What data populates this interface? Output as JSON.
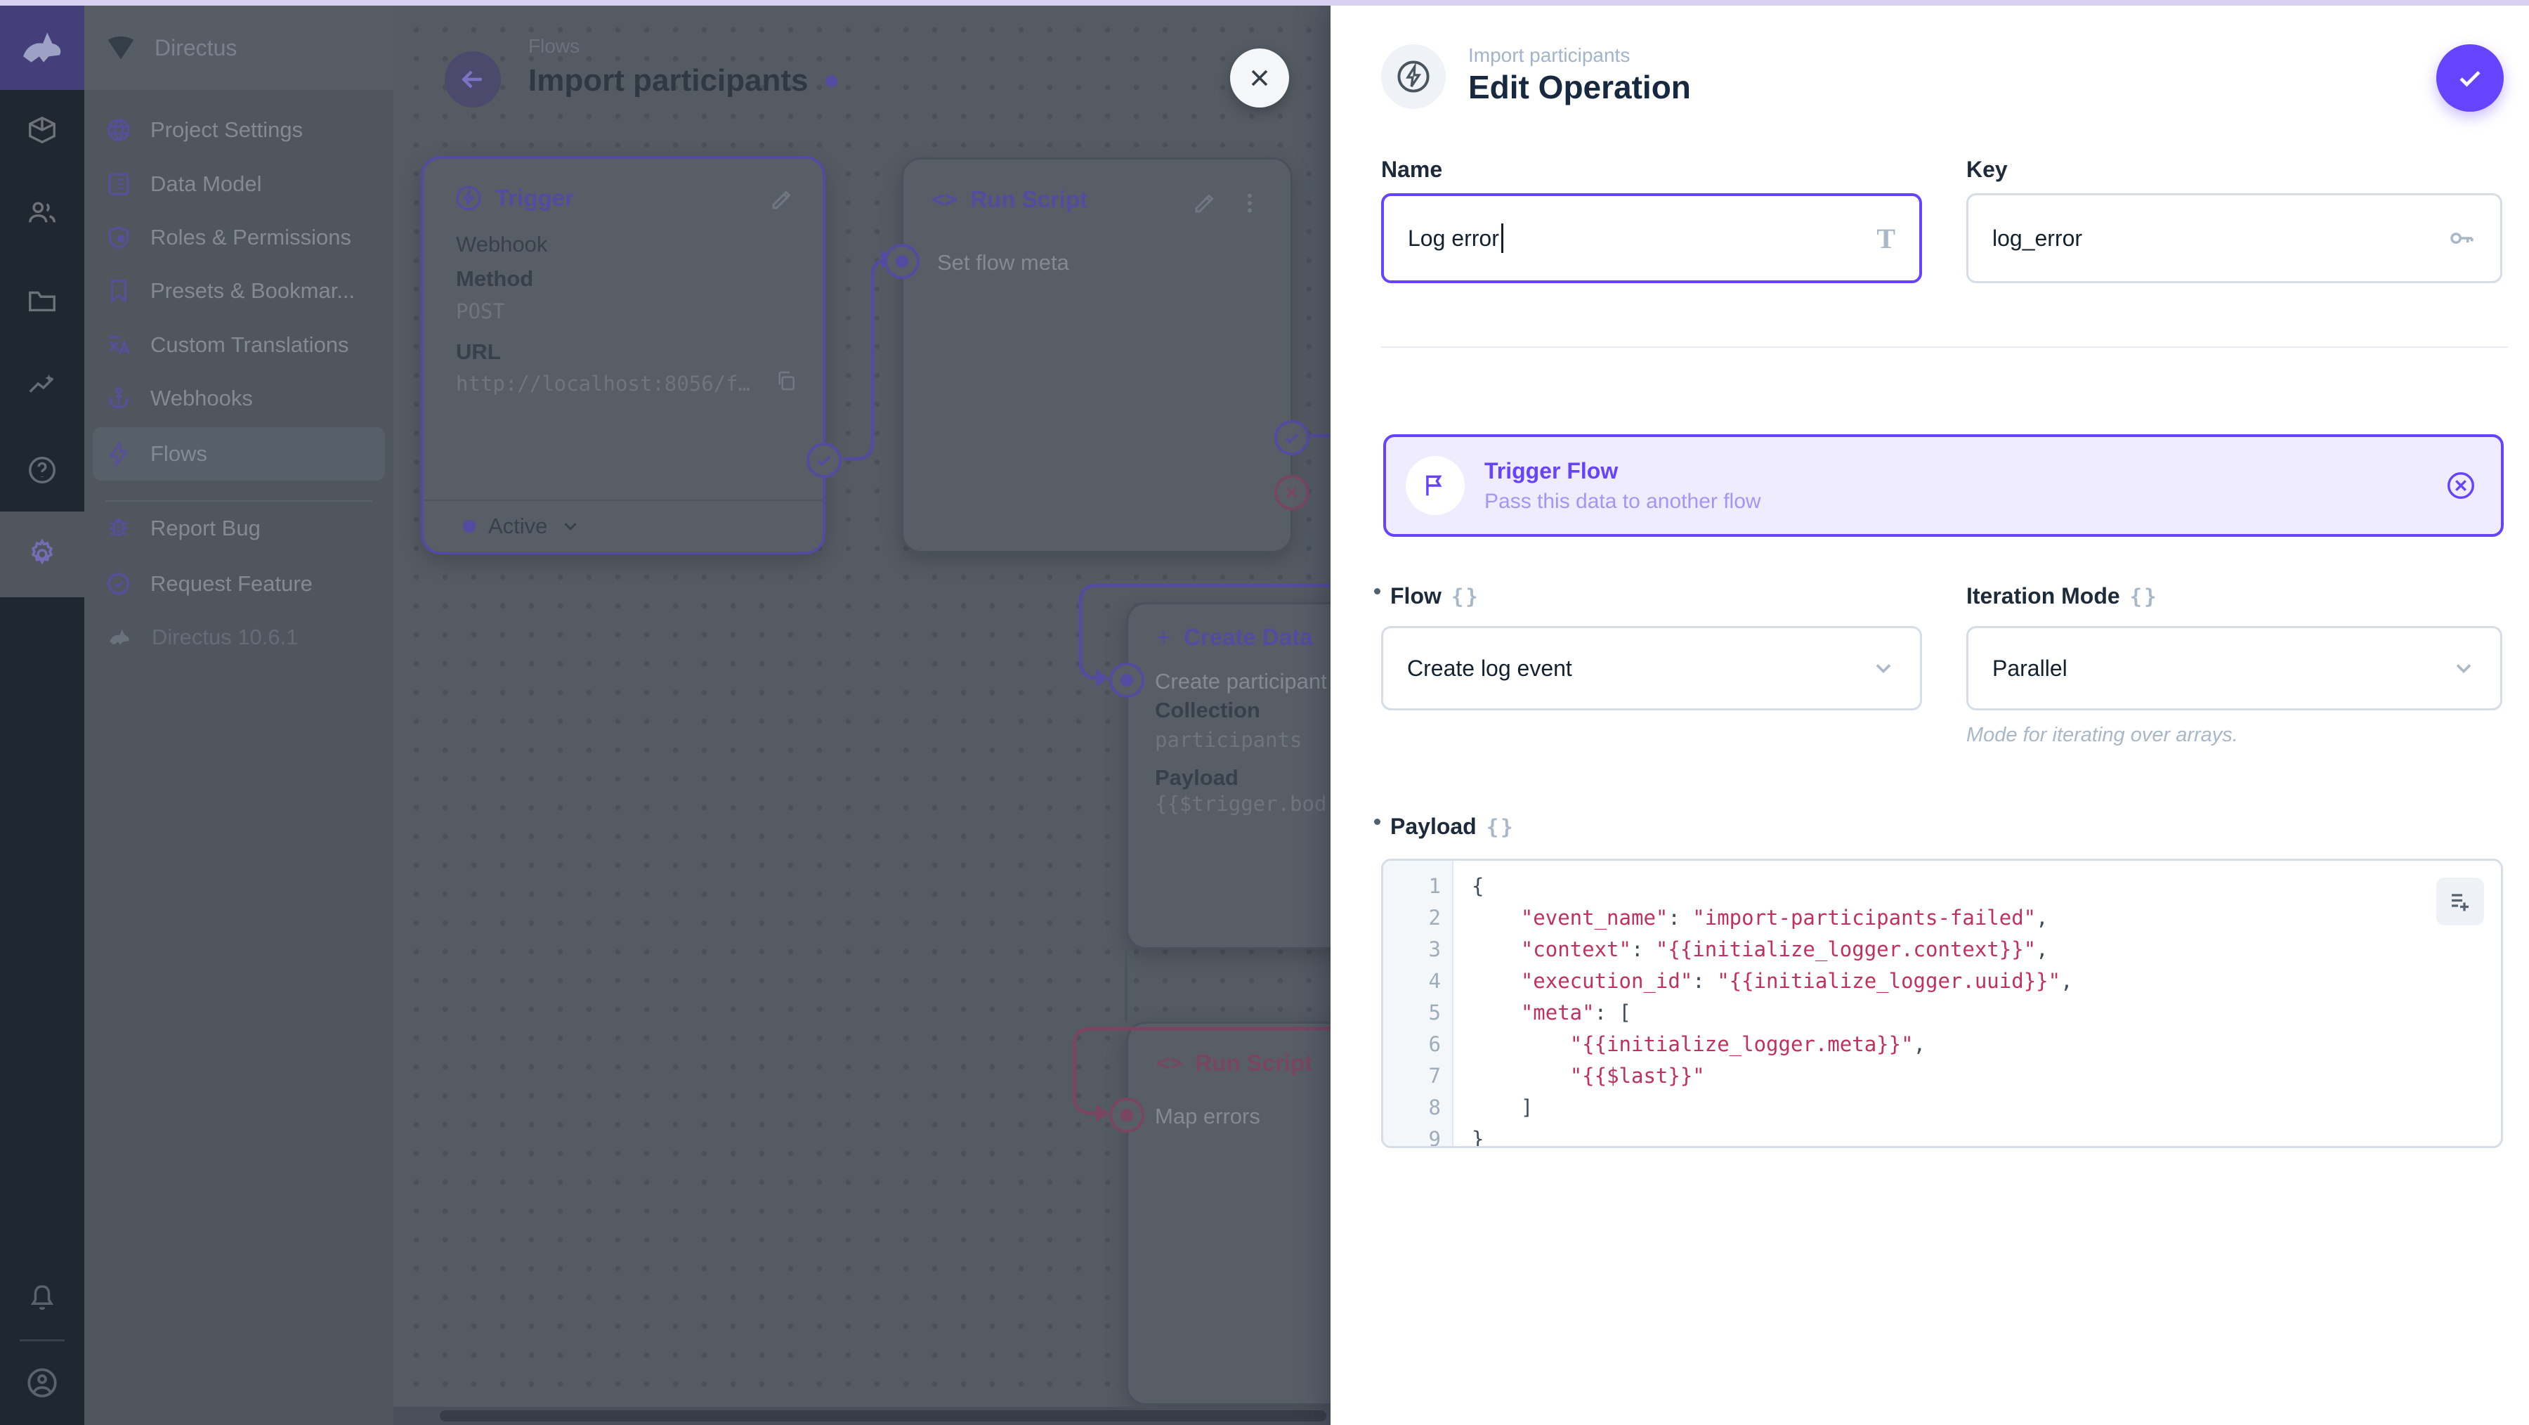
{
  "colors": {
    "accent": "#6644FF",
    "code_string_red": "#C2315B",
    "maroon_reject": "#7A4560",
    "dim_purple": "#524CA0",
    "top_strip": "#D8D1EF"
  },
  "module_bar": {
    "icons": [
      "directus-rabbit-logo-icon",
      "content-module-icon",
      "users-module-icon",
      "files-module-icon",
      "insights-module-icon",
      "help-module-icon",
      "settings-module-icon",
      "notifications-bell-icon",
      "avatar-icon"
    ]
  },
  "sidebar": {
    "project_name": "Directus",
    "items": [
      {
        "label": "Project Settings",
        "icon": "globe-icon"
      },
      {
        "label": "Data Model",
        "icon": "data-model-icon"
      },
      {
        "label": "Roles & Permissions",
        "icon": "shield-account-icon"
      },
      {
        "label": "Presets & Bookmar...",
        "icon": "bookmark-icon"
      },
      {
        "label": "Custom Translations",
        "icon": "translate-icon"
      },
      {
        "label": "Webhooks",
        "icon": "anchor-icon"
      },
      {
        "label": "Flows",
        "icon": "bolt-icon"
      },
      {
        "label": "Report Bug",
        "icon": "bug-icon"
      },
      {
        "label": "Request Feature",
        "icon": "seal-check-icon"
      }
    ],
    "version": "Directus 10.6.1"
  },
  "canvas": {
    "breadcrumb": "Flows",
    "title": "Import participants",
    "trigger_panel": {
      "title": "Trigger",
      "type": "Webhook",
      "method_label": "Method",
      "method": "POST",
      "url_label": "URL",
      "url": "http://localhost:8056/f…",
      "status": "Active"
    },
    "run_script_panel": {
      "title": "Run Script",
      "code_glyph": "<>",
      "name": "Set flow meta"
    },
    "create_data_panel": {
      "title": "Create Data",
      "plus_glyph": "+",
      "name": "Create participant",
      "collection_label": "Collection",
      "collection": "participants",
      "payload_label": "Payload",
      "payload": "{{$trigger.bod"
    },
    "map_errors_panel": {
      "title": "Run Script",
      "code_glyph": "<>",
      "name": "Map errors"
    }
  },
  "drawer": {
    "breadcrumb": "Import participants",
    "title": "Edit Operation",
    "name_field": {
      "label": "Name",
      "value": "Log error"
    },
    "key_field": {
      "label": "Key",
      "value": "log_error"
    },
    "banner": {
      "title": "Trigger Flow",
      "subtitle": "Pass this data to another flow"
    },
    "flow_field": {
      "label": "Flow",
      "braces": "{}",
      "value": "Create log event"
    },
    "iteration_field": {
      "label": "Iteration Mode",
      "braces": "{}",
      "value": "Parallel",
      "note": "Mode for iterating over arrays."
    },
    "payload": {
      "label": "Payload",
      "braces": "{}",
      "lines": [
        [
          {
            "t": "{",
            "c": "p"
          }
        ],
        [
          {
            "t": "    ",
            "c": "p"
          },
          {
            "t": "\"event_name\"",
            "c": "s"
          },
          {
            "t": ": ",
            "c": "p"
          },
          {
            "t": "\"import-participants-failed\"",
            "c": "s"
          },
          {
            "t": ",",
            "c": "p"
          }
        ],
        [
          {
            "t": "    ",
            "c": "p"
          },
          {
            "t": "\"context\"",
            "c": "s"
          },
          {
            "t": ": ",
            "c": "p"
          },
          {
            "t": "\"{{initialize_logger.context}}\"",
            "c": "s"
          },
          {
            "t": ",",
            "c": "p"
          }
        ],
        [
          {
            "t": "    ",
            "c": "p"
          },
          {
            "t": "\"execution_id\"",
            "c": "s"
          },
          {
            "t": ": ",
            "c": "p"
          },
          {
            "t": "\"{{initialize_logger.uuid}}\"",
            "c": "s"
          },
          {
            "t": ",",
            "c": "p"
          }
        ],
        [
          {
            "t": "    ",
            "c": "p"
          },
          {
            "t": "\"meta\"",
            "c": "s"
          },
          {
            "t": ": [",
            "c": "p"
          }
        ],
        [
          {
            "t": "        ",
            "c": "p"
          },
          {
            "t": "\"{{initialize_logger.meta}}\"",
            "c": "s"
          },
          {
            "t": ",",
            "c": "p"
          }
        ],
        [
          {
            "t": "        ",
            "c": "p"
          },
          {
            "t": "\"{{$last}}\"",
            "c": "s"
          }
        ],
        [
          {
            "t": "    ]",
            "c": "p"
          }
        ],
        [
          {
            "t": "}",
            "c": "p"
          }
        ]
      ]
    }
  }
}
